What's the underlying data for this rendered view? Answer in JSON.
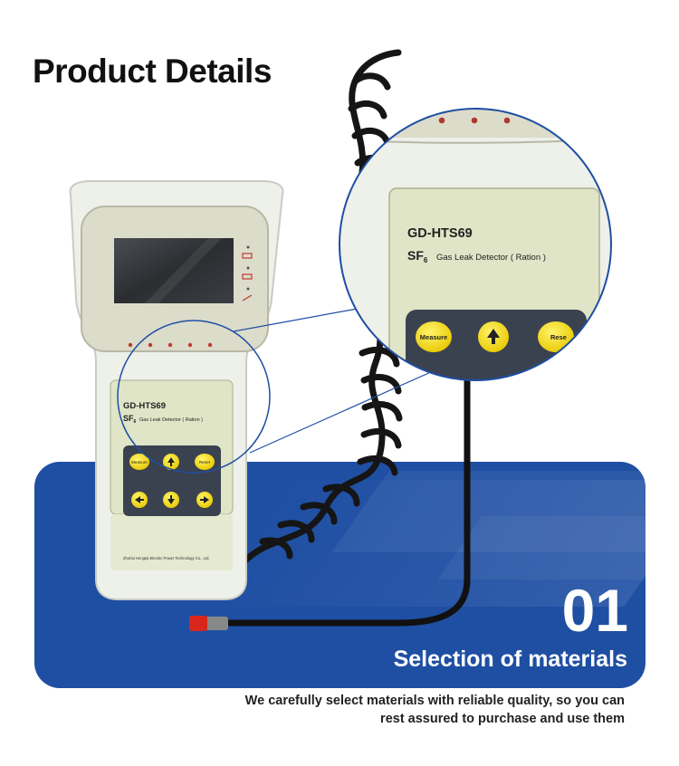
{
  "page": {
    "title": "Product Details"
  },
  "device": {
    "model": "GD-HTS69",
    "gas_symbol": "SF",
    "gas_subscript": "6",
    "product_name": "Gas Leak Detector ( Ration )",
    "manufacturer": "Zhuhai Hengtai Electric Power Technology Co., Ltd.",
    "buttons": {
      "measure": "Measure",
      "reset": "Reset"
    }
  },
  "zoom": {
    "model": "GD-HTS69",
    "gas_symbol": "SF",
    "gas_subscript": "6",
    "product_name": "Gas Leak Detector ( Ration )",
    "measure": "Measure",
    "reset": "Rese"
  },
  "banner": {
    "number": "01",
    "heading": "Selection of materials",
    "description_line1": "We carefully select materials with reliable quality, so you can",
    "description_line2": "rest assured to purchase and use them",
    "color": "#1f4fa3"
  }
}
